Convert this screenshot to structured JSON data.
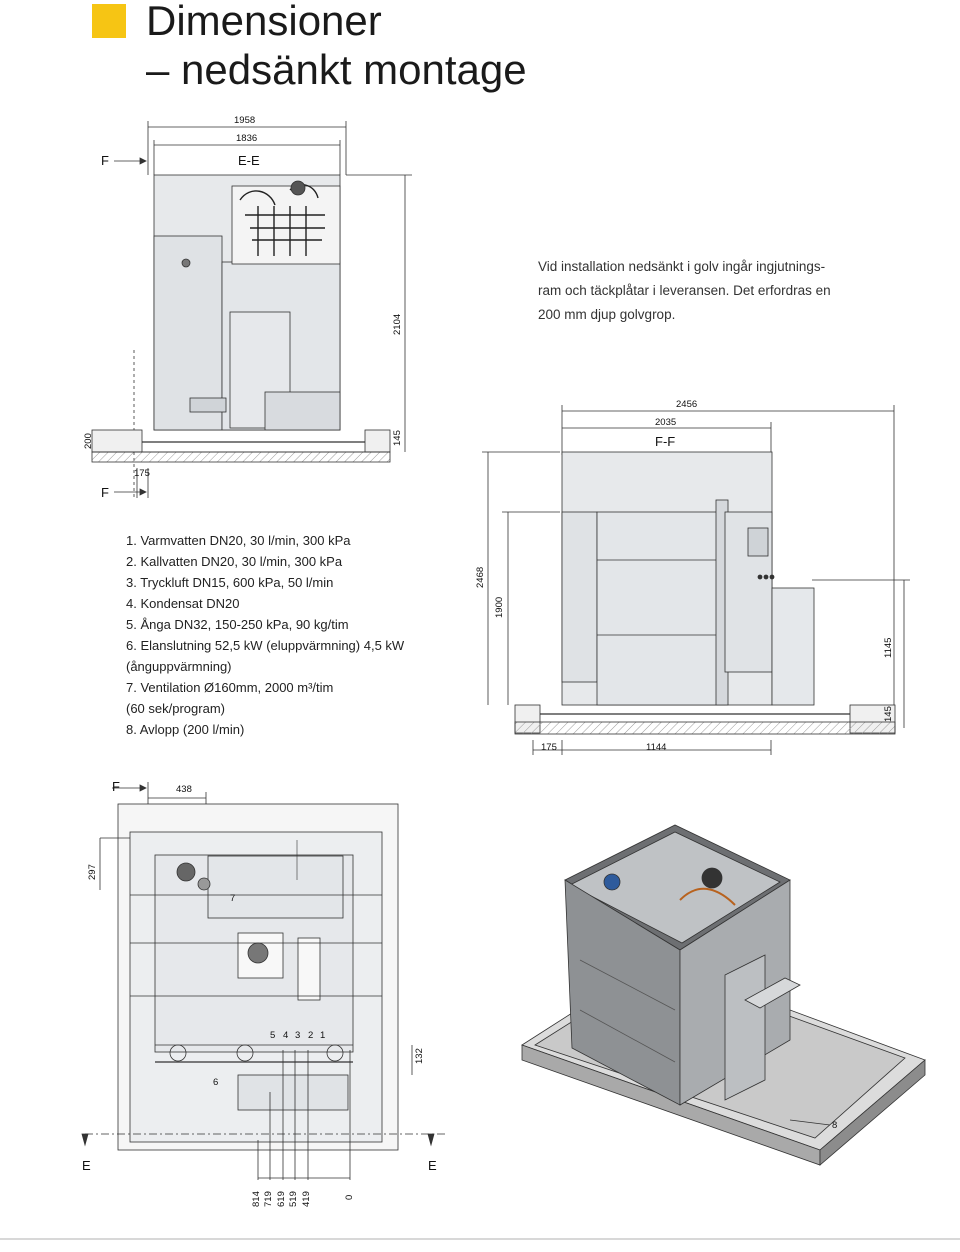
{
  "title": {
    "line1": "Dimensioner",
    "line2": "– nedsänkt montage"
  },
  "brand": {
    "accent": "#f6c514"
  },
  "note": {
    "line1": "Vid installation nedsänkt i golv ingår ingjutnings-",
    "line2": "ram och täckplåtar i leveransen. Det erfordras en",
    "line3": "200 mm djup golvgrop."
  },
  "connections": [
    "1.  Varmvatten DN20, 30 l/min, 300 kPa",
    "2.  Kallvatten DN20, 30 l/min, 300 kPa",
    "3.  Tryckluft DN15, 600 kPa, 50 l/min",
    "4.  Kondensat DN20",
    "5.  Ånga DN32, 150-250 kPa, 90 kg/tim",
    "6.  Elanslutning 52,5 kW (eluppvärmning) 4,5 kW",
    "     (ånguppvärmning)",
    "7.  Ventilation Ø160mm, 2000 m³/tim",
    "     (60 sek/program)",
    "8.  Avlopp (200 l/min)"
  ],
  "front_view": {
    "section": "E-E",
    "marker": "F",
    "dim_width_outer": "1958",
    "dim_width_inner": "1836",
    "dim_height": "2104",
    "dim_pit": "200",
    "dim_floor": "145",
    "dim_offset": "175"
  },
  "side_view": {
    "section": "F-F",
    "dim_width_outer": "2456",
    "dim_width_inner": "2035",
    "dim_height_outer": "2468",
    "dim_height_inner": "1900",
    "dim_right": "1145",
    "dim_floor": "145",
    "dim_offset": "175",
    "dim_depth": "1144"
  },
  "plan_view": {
    "marker_f": "F",
    "marker_e_left": "E",
    "marker_e_right": "E",
    "dim_top": "438",
    "dim_left": "297",
    "dim_right": "132",
    "callouts": [
      "7",
      "6",
      "5",
      "4",
      "3",
      "2",
      "1"
    ],
    "bottom_dims": [
      "814",
      "719",
      "619",
      "519",
      "419",
      "0"
    ]
  },
  "iso_view": {
    "callout": "8"
  }
}
